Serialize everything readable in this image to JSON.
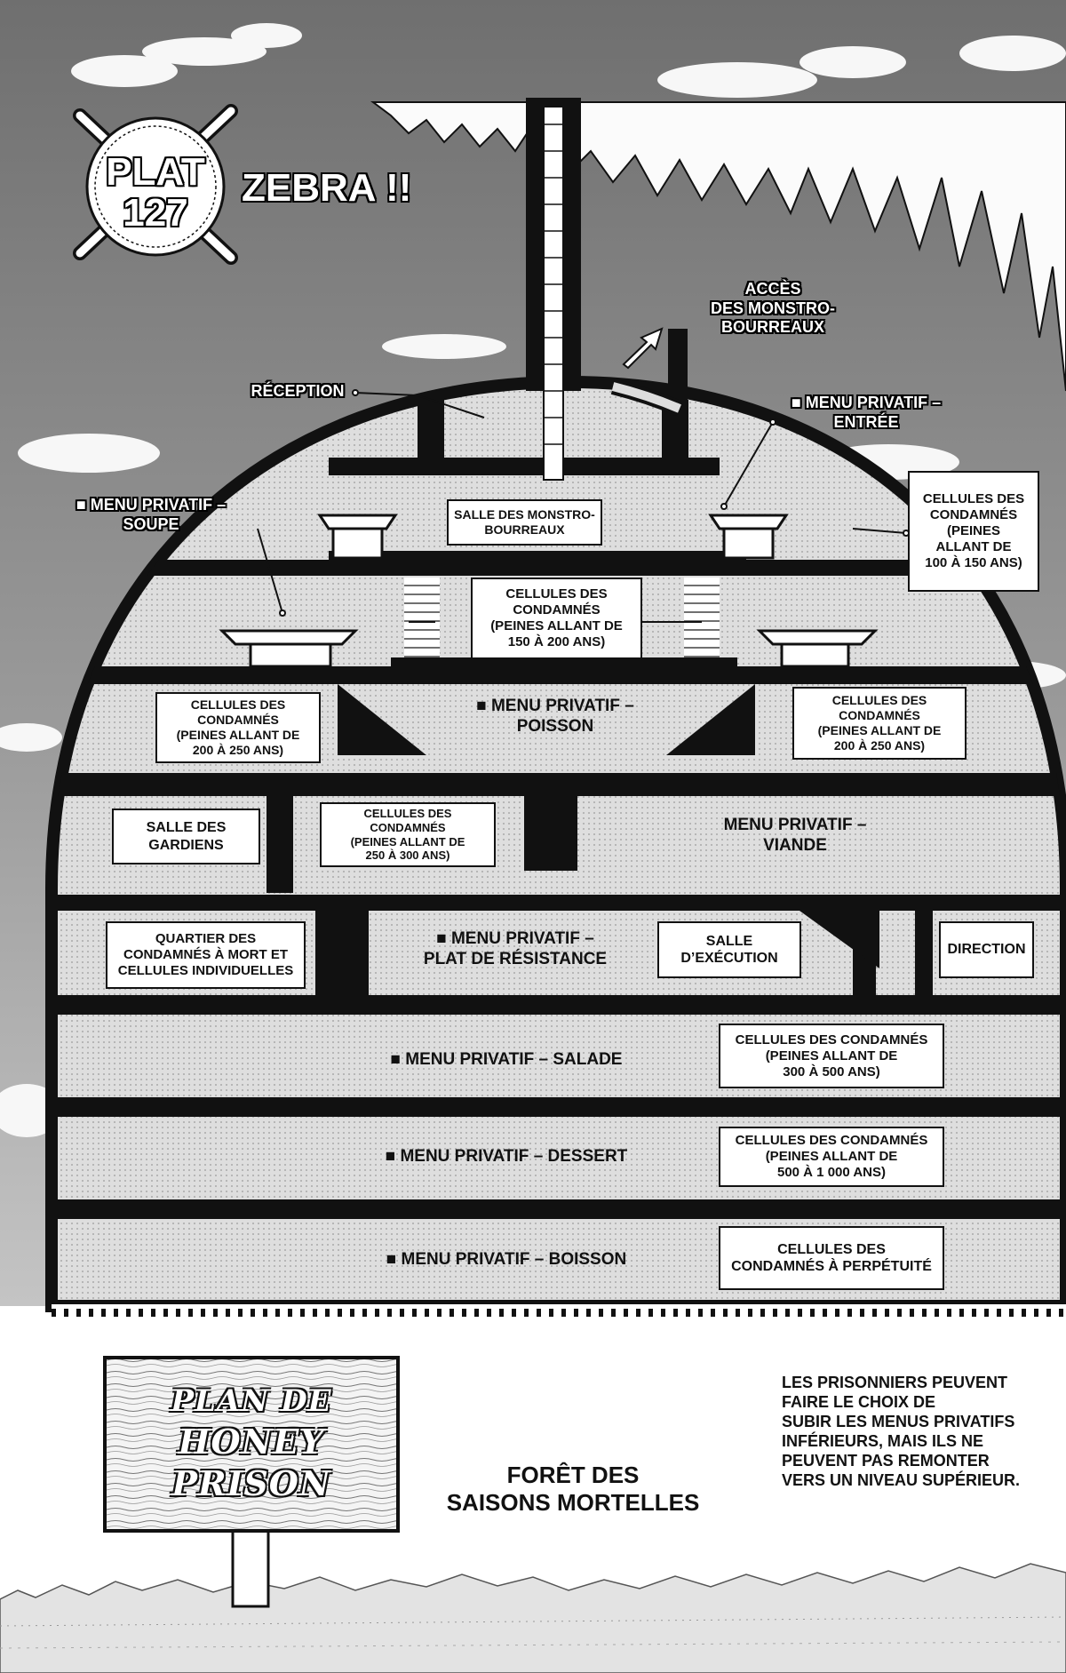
{
  "chapter": {
    "plat": "PLAT",
    "number": "127",
    "title": "ZEBRA !!"
  },
  "labels": {
    "reception": "RÉCEPTION",
    "acces": [
      "ACCÈS",
      "DES MONSTRO-",
      "BOURREAUX"
    ],
    "menu_entree": [
      "■ MENU PRIVATIF –",
      "ENTRÉE"
    ],
    "menu_soupe": [
      "■ MENU PRIVATIF –",
      "SOUPE"
    ],
    "salle_monstro": [
      "SALLE DES MONSTRO-",
      "BOURREAUX"
    ],
    "cells_100_150": [
      "CELLULES DES",
      "CONDAMNÉS",
      "(PEINES",
      "ALLANT DE",
      "100 À 150 ANS)"
    ],
    "cells_150_200": [
      "CELLULES DES",
      "CONDAMNÉS",
      "(PEINES ALLANT DE",
      "150 À 200 ANS)"
    ],
    "cells_200_250_left": [
      "CELLULES DES",
      "CONDAMNÉS",
      "(PEINES ALLANT DE",
      "200 À 250 ANS)"
    ],
    "menu_poisson": [
      "■ MENU PRIVATIF –",
      "POISSON"
    ],
    "cells_200_250_right": [
      "CELLULES DES",
      "CONDAMNÉS",
      "(PEINES ALLANT DE",
      "200 À 250 ANS)"
    ],
    "salle_gardiens": [
      "SALLE DES",
      "GARDIENS"
    ],
    "cells_250_300": [
      "CELLULES DES",
      "CONDAMNÉS",
      "(PEINES ALLANT DE",
      "250 À 300 ANS)"
    ],
    "menu_viande": [
      "MENU PRIVATIF –",
      "VIANDE"
    ],
    "quartier": [
      "QUARTIER DES",
      "CONDAMNÉS À MORT ET",
      "CELLULES INDIVIDUELLES"
    ],
    "menu_plat": [
      "■ MENU PRIVATIF –",
      "PLAT DE RÉSISTANCE"
    ],
    "salle_execution": [
      "SALLE",
      "D’EXÉCUTION"
    ],
    "direction": "DIRECTION",
    "menu_salade": "■ MENU PRIVATIF – SALADE",
    "cells_300_500": [
      "CELLULES DES CONDAMNÉS",
      "(PEINES ALLANT DE",
      "300 À 500 ANS)"
    ],
    "menu_dessert": "■ MENU PRIVATIF – DESSERT",
    "cells_500_1000": [
      "CELLULES DES CONDAMNÉS",
      "(PEINES ALLANT DE",
      "500 À 1 000 ANS)"
    ],
    "menu_boisson": "■ MENU PRIVATIF – BOISSON",
    "cells_perpetuite": [
      "CELLULES DES",
      "CONDAMNÉS À PERPÉTUITÉ"
    ]
  },
  "sign": [
    "PLAN DE",
    "HONEY PRISON"
  ],
  "foret": [
    "FORÊT DES",
    "SAISONS MORTELLES"
  ],
  "note": [
    "LES PRISONNIERS PEUVENT",
    "FAIRE LE CHOIX DE",
    "SUBIR LES MENUS PRIVATIFS",
    "INFÉRIEURS, MAIS ILS NE",
    "PEUVENT PAS REMONTER",
    "VERS UN NIVEAU SUPÉRIEUR."
  ],
  "colors": {
    "ink": "#111111",
    "sky": "#8c8c8c",
    "floor": "#dcdcdc",
    "paper": "#ffffff"
  }
}
